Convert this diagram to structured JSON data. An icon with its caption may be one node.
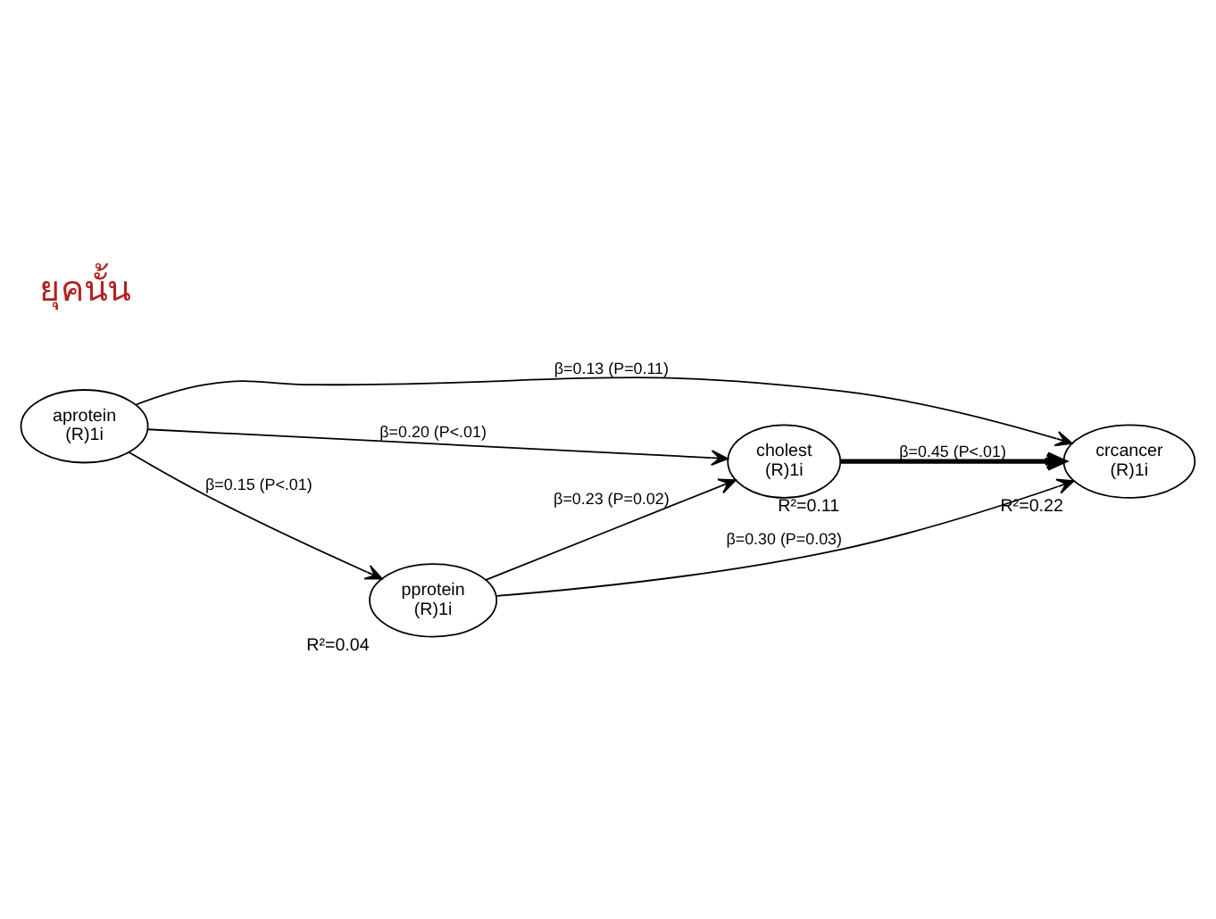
{
  "diagram": {
    "nodes": [
      {
        "text": [
          "aprotein",
          "(R)1i"
        ]
      },
      {
        "text": [
          "cholest",
          "(R)1i"
        ],
        "beside": [
          "R²=0.11"
        ]
      },
      {
        "text": [
          "crcancer",
          "(R)1i"
        ],
        "beside": [
          "R²=0.22"
        ]
      },
      {
        "text": [
          "pprotein",
          "(R)1i"
        ],
        "beside": [
          "R²=0.04"
        ]
      }
    ],
    "edges": [
      {
        "from": 0,
        "to": 3,
        "arrow": "to",
        "label": "β=0.15 (P<.01)"
      },
      {
        "from": 0,
        "to": 1,
        "arrow": "to",
        "label": "β=0.20 (P<.01)"
      },
      {
        "from": 0,
        "to": 2,
        "arrow": "to",
        "label": "β=0.13 (P=0.11)"
      },
      {
        "from": 1,
        "to": 2,
        "arrow": "to",
        "label": "β=0.45 (P<.01)",
        "style": "thick"
      },
      {
        "from": 3,
        "to": 1,
        "arrow": "to",
        "label": "β=0.23 (P=0.02)"
      },
      {
        "from": 3,
        "to": 2,
        "arrow": "to",
        "label": "β=0.30 (P=0.03)"
      }
    ],
    "labels": [
      "ยุคนั้น"
    ]
  }
}
